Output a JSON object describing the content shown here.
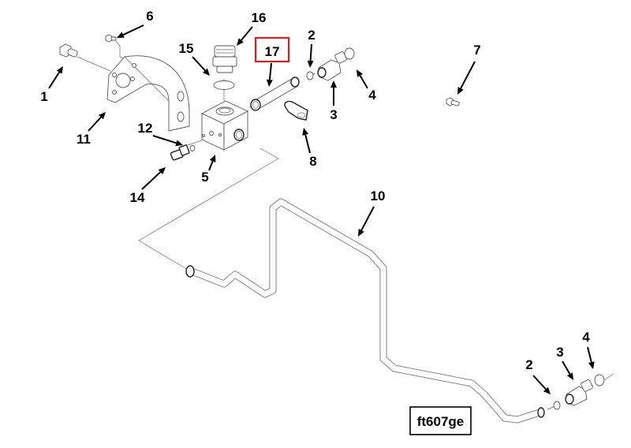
{
  "figure": {
    "id_label": "ft607ge",
    "highlight_color": "#e02020",
    "highlighted_callout": "17"
  },
  "callouts": [
    {
      "key": "c1",
      "label": "1"
    },
    {
      "key": "c6",
      "label": "6"
    },
    {
      "key": "c16",
      "label": "16"
    },
    {
      "key": "c15",
      "label": "15"
    },
    {
      "key": "c17",
      "label": "17"
    },
    {
      "key": "c2a",
      "label": "2"
    },
    {
      "key": "c3a",
      "label": "3"
    },
    {
      "key": "c4a",
      "label": "4"
    },
    {
      "key": "c7",
      "label": "7"
    },
    {
      "key": "c8",
      "label": "8"
    },
    {
      "key": "c11",
      "label": "11"
    },
    {
      "key": "c12",
      "label": "12"
    },
    {
      "key": "c14",
      "label": "14"
    },
    {
      "key": "c5",
      "label": "5"
    },
    {
      "key": "c10",
      "label": "10"
    },
    {
      "key": "c2b",
      "label": "2"
    },
    {
      "key": "c3b",
      "label": "3"
    },
    {
      "key": "c4b",
      "label": "4"
    }
  ]
}
